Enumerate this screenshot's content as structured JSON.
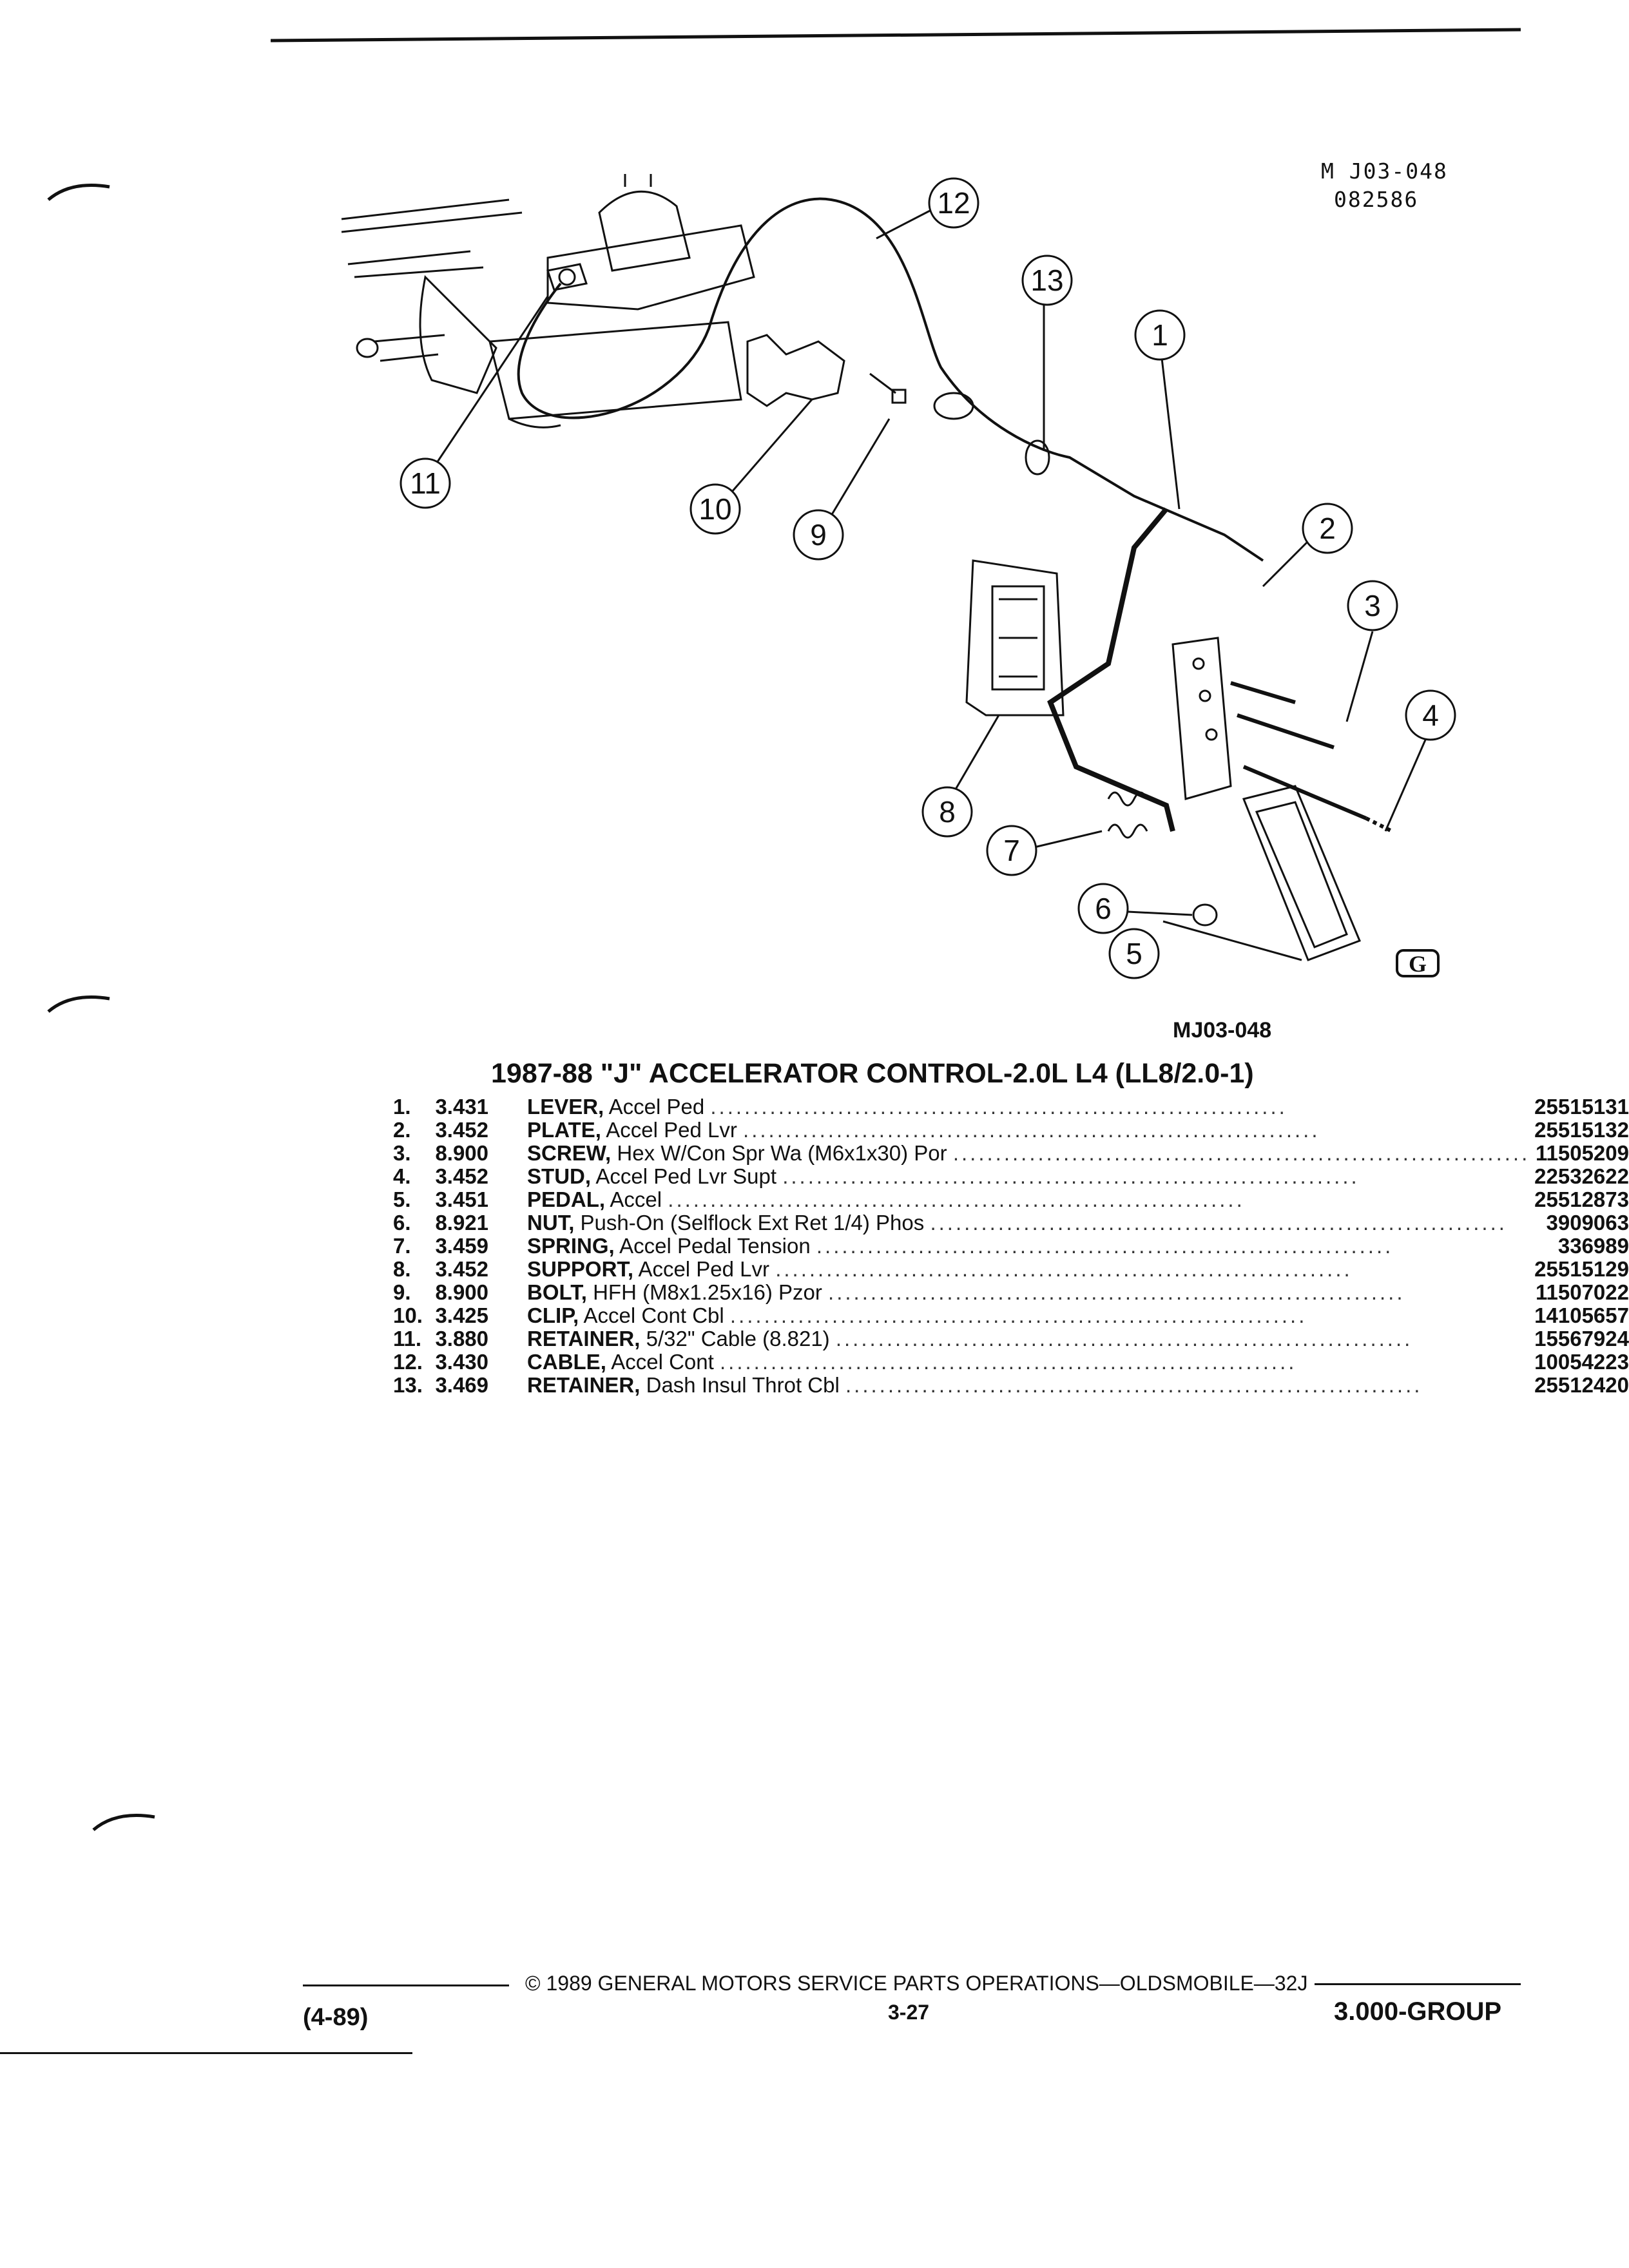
{
  "header": {
    "ref_code": "M J03-048",
    "ref_date": "082586"
  },
  "diagram": {
    "callouts": [
      "1",
      "2",
      "3",
      "4",
      "5",
      "6",
      "7",
      "8",
      "9",
      "10",
      "11",
      "12",
      "13"
    ],
    "caption": "MJ03-048",
    "logo_letter": "G"
  },
  "parts_list": {
    "title": "1987-88 \"J\" ACCELERATOR CONTROL-2.0L L4 (LL8/2.0-1)",
    "rows": [
      {
        "num": "1.",
        "group": "3.431",
        "name": "LEVER,",
        "desc": "Accel Ped",
        "part": "25515131"
      },
      {
        "num": "2.",
        "group": "3.452",
        "name": "PLATE,",
        "desc": "Accel Ped Lvr",
        "part": "25515132"
      },
      {
        "num": "3.",
        "group": "8.900",
        "name": "SCREW,",
        "desc": "Hex W/Con Spr Wa (M6x1x30) Por",
        "part": "11505209"
      },
      {
        "num": "4.",
        "group": "3.452",
        "name": "STUD,",
        "desc": "Accel Ped Lvr Supt",
        "part": "22532622"
      },
      {
        "num": "5.",
        "group": "3.451",
        "name": "PEDAL,",
        "desc": "Accel",
        "part": "25512873"
      },
      {
        "num": "6.",
        "group": "8.921",
        "name": "NUT,",
        "desc": "Push-On (Selflock Ext Ret 1/4) Phos",
        "part": "3909063"
      },
      {
        "num": "7.",
        "group": "3.459",
        "name": "SPRING,",
        "desc": "Accel Pedal Tension",
        "part": "336989"
      },
      {
        "num": "8.",
        "group": "3.452",
        "name": "SUPPORT,",
        "desc": "Accel Ped Lvr",
        "part": "25515129"
      },
      {
        "num": "9.",
        "group": "8.900",
        "name": "BOLT,",
        "desc": "HFH (M8x1.25x16) Pzor",
        "part": "11507022"
      },
      {
        "num": "10.",
        "group": "3.425",
        "name": "CLIP,",
        "desc": "Accel Cont Cbl",
        "part": "14105657"
      },
      {
        "num": "11.",
        "group": "3.880",
        "name": "RETAINER,",
        "desc": "5/32\" Cable (8.821)",
        "part": "15567924"
      },
      {
        "num": "12.",
        "group": "3.430",
        "name": "CABLE,",
        "desc": "Accel Cont",
        "part": "10054223"
      },
      {
        "num": "13.",
        "group": "3.469",
        "name": "RETAINER,",
        "desc": "Dash Insul Throt Cbl",
        "part": "25512420"
      }
    ]
  },
  "footer": {
    "copyright": "© 1989 GENERAL MOTORS SERVICE PARTS OPERATIONS—OLDSMOBILE—32J",
    "page": "3-27",
    "date": "(4-89)",
    "group": "3.000-GROUP"
  }
}
